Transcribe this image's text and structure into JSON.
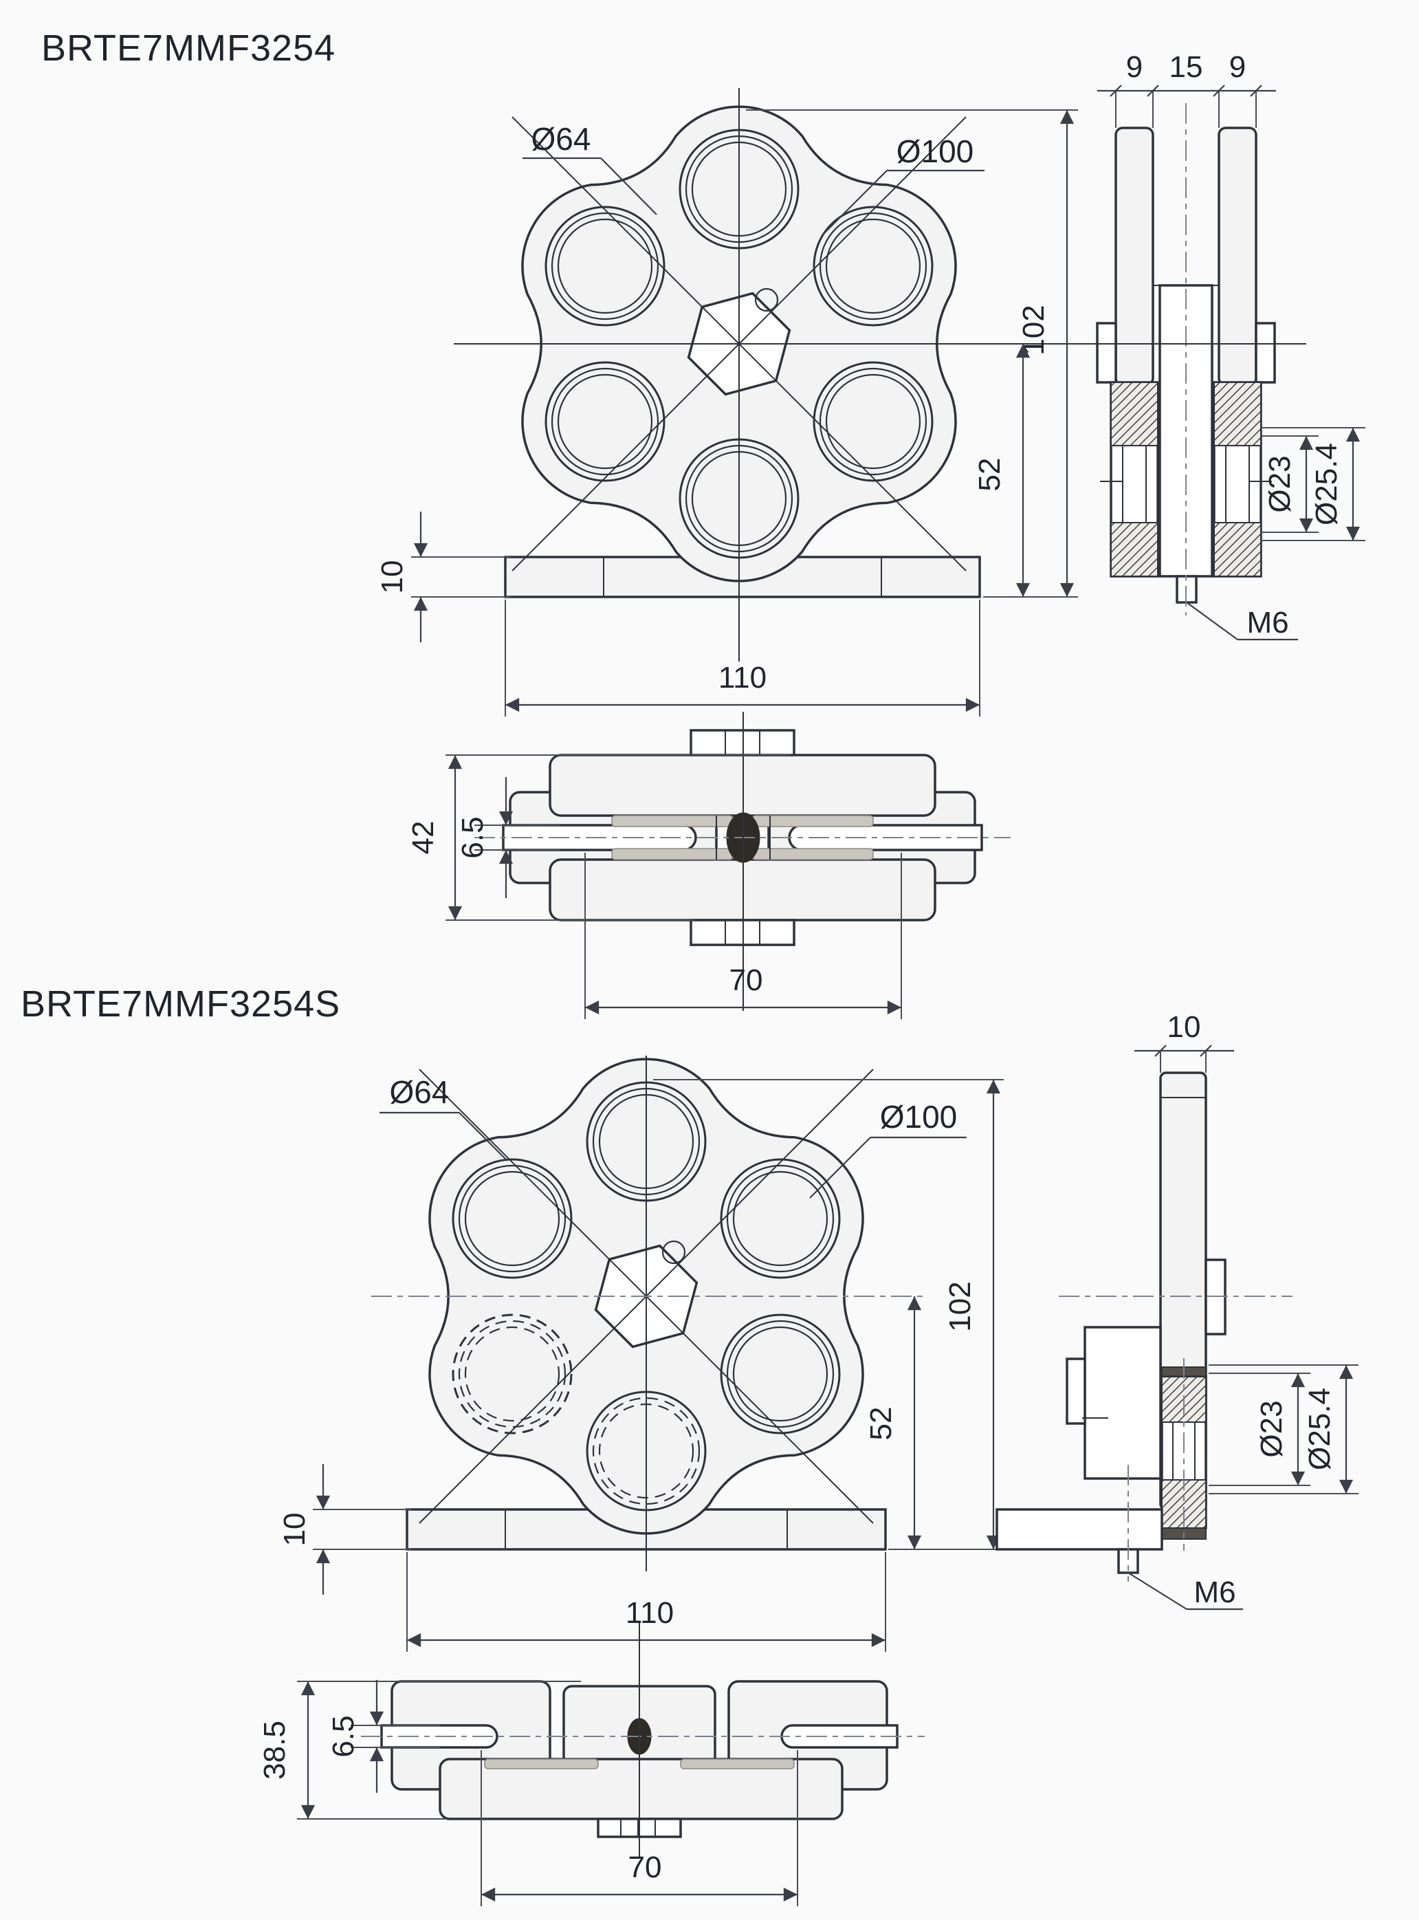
{
  "d1": {
    "title": "BRTE7MMF3254",
    "front": {
      "dia_roller": "Ø64",
      "dia_pitch": "Ø100",
      "overall_height": "102",
      "center_height": "52",
      "rail_thickness": "10",
      "overall_width": "110"
    },
    "side": {
      "plate_left": "9",
      "gap": "15",
      "plate_right": "9",
      "roller_bore": "Ø23",
      "roller_outer": "Ø25.4",
      "thread": "M6"
    },
    "plan": {
      "overall_depth": "42",
      "slot_width": "6.5",
      "mount_span": "70"
    }
  },
  "d2": {
    "title": "BRTE7MMF3254S",
    "front": {
      "dia_roller": "Ø64",
      "dia_pitch": "Ø100",
      "overall_height": "102",
      "center_height": "52",
      "rail_thickness": "10",
      "overall_width": "110"
    },
    "side": {
      "plate": "10",
      "roller_bore": "Ø23",
      "roller_outer": "Ø25.4",
      "thread": "M6"
    },
    "plan": {
      "overall_depth": "38.5",
      "slot_width": "6.5",
      "mount_span": "70"
    }
  }
}
